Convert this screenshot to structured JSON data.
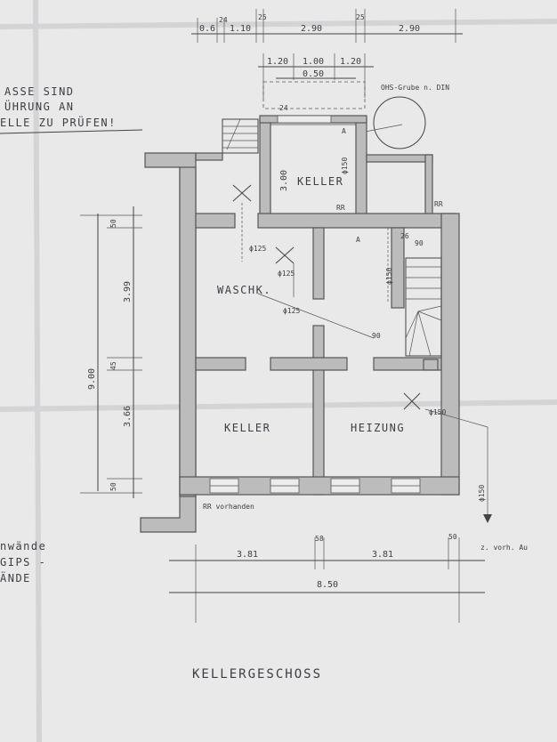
{
  "title": "KELLERGESCHOSS",
  "rooms": {
    "keller_top": "KELLER",
    "waschk": "WASCHK.",
    "keller_bottom": "KELLER",
    "heizung": "HEIZUNG"
  },
  "notes": {
    "left_top_1": "ASSE SIND",
    "left_top_2": "ÜHRUNG AN",
    "left_top_3": "ELLE ZU PRÜFEN!",
    "left_bottom_1": "nwände",
    "left_bottom_2": "GIPS -",
    "left_bottom_3": "ÄNDE",
    "ohs": "OHS-Grube n. DIN",
    "rr_vorhanden": "RR vorhanden",
    "z_vorh": "z. vorh. Au"
  },
  "dimensions": {
    "top_row1": [
      "0.6",
      "24",
      "1.10",
      "25",
      "2.90",
      "25",
      "2.90"
    ],
    "top_row2": [
      "1.20",
      "1.00",
      "1.20"
    ],
    "top_row3": "0.50",
    "left_outer": "9.00",
    "left_parts": [
      "50",
      "3.99",
      "45",
      "3.66",
      "50"
    ],
    "bottom_row1": [
      "3.81",
      "58",
      "3.81",
      "50"
    ],
    "bottom_total": "8.50",
    "shaft_height": "3.00"
  },
  "pipe_labels": {
    "d125_a": "ϕ125",
    "d125_b": "ϕ125",
    "d125_c": "ϕ125",
    "d150_a": "ϕ150",
    "d150_b": "ϕ150",
    "d150_c": "ϕ150",
    "d150_d": "ϕ150",
    "rr1": "RR",
    "rr2": "RR",
    "a1": "A",
    "a2": "A",
    "dim90": "90",
    "dim24": "24",
    "dim26": "26",
    "dim90b": "90"
  }
}
